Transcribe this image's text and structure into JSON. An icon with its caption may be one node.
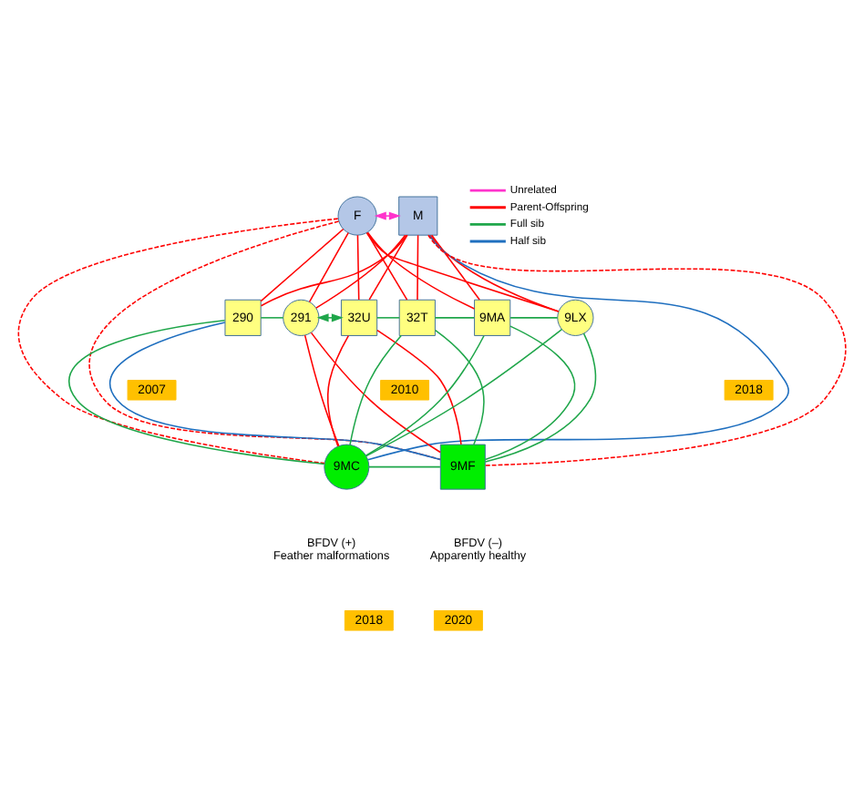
{
  "diagram": {
    "nodes": [
      {
        "text": [
          "F"
        ]
      },
      {
        "text": [
          "M"
        ]
      },
      {
        "text": [
          "290"
        ]
      },
      {
        "text": [
          "291"
        ]
      },
      {
        "text": [
          "32U"
        ]
      },
      {
        "text": [
          "32T"
        ]
      },
      {
        "text": [
          "9MA"
        ]
      },
      {
        "text": [
          "9LX"
        ]
      },
      {
        "text": [
          "2007"
        ]
      },
      {
        "text": [
          "2010"
        ]
      },
      {
        "text": [
          "2018"
        ]
      },
      {
        "text": [
          "9MC"
        ],
        "beside": [
          "BFDV (+)",
          "Feather malformations"
        ]
      },
      {
        "text": [
          "9MF"
        ],
        "beside": [
          "BFDV (–)",
          "Apparently healthy"
        ]
      },
      {
        "text": [
          "2018"
        ]
      },
      {
        "text": [
          "2020"
        ]
      }
    ],
    "edges": [
      {
        "from": 0,
        "to": 1,
        "arrow": "both",
        "color": "#ff33cc"
      },
      {
        "from": 0,
        "to": 2,
        "arrow": "none"
      },
      {
        "from": 0,
        "to": 3,
        "arrow": "none"
      },
      {
        "from": 0,
        "to": 4,
        "arrow": "none"
      },
      {
        "from": 0,
        "to": 5,
        "arrow": "none"
      },
      {
        "from": 0,
        "to": 6,
        "arrow": "none"
      },
      {
        "from": 0,
        "to": 7,
        "arrow": "none"
      },
      {
        "from": 0,
        "to": 11,
        "arrow": "none",
        "style": "dashed"
      },
      {
        "from": 0,
        "to": 12,
        "arrow": "none",
        "style": "dashed"
      },
      {
        "from": 1,
        "to": 2,
        "arrow": "none"
      },
      {
        "from": 1,
        "to": 3,
        "arrow": "none"
      },
      {
        "from": 1,
        "to": 4,
        "arrow": "none"
      },
      {
        "from": 1,
        "to": 5,
        "arrow": "none"
      },
      {
        "from": 1,
        "to": 6,
        "arrow": "none"
      },
      {
        "from": 1,
        "to": 7,
        "arrow": "none"
      },
      {
        "from": 1,
        "to": 12,
        "arrow": "none",
        "style": "dashed"
      },
      {
        "from": 1,
        "to": 11,
        "arrow": "none",
        "color": "#1f6fbf"
      },
      {
        "from": 2,
        "to": 3,
        "arrow": "none",
        "color": "#1fa64a"
      },
      {
        "from": 3,
        "to": 4,
        "arrow": "both",
        "color": "#1fa64a"
      },
      {
        "from": 4,
        "to": 5,
        "arrow": "none",
        "color": "#1fa64a"
      },
      {
        "from": 5,
        "to": 6,
        "arrow": "none",
        "color": "#1fa64a"
      },
      {
        "from": 6,
        "to": 7,
        "arrow": "none",
        "color": "#1fa64a"
      },
      {
        "from": 2,
        "to": 11,
        "arrow": "none",
        "color": "#1fa64a"
      },
      {
        "from": 2,
        "to": 12,
        "arrow": "none",
        "color": "#1f6fbf"
      },
      {
        "from": 3,
        "to": 11,
        "arrow": "none"
      },
      {
        "from": 3,
        "to": 12,
        "arrow": "none"
      },
      {
        "from": 4,
        "to": 11,
        "arrow": "none"
      },
      {
        "from": 4,
        "to": 12,
        "arrow": "none"
      },
      {
        "from": 5,
        "to": 11,
        "arrow": "none",
        "color": "#1fa64a"
      },
      {
        "from": 6,
        "to": 11,
        "arrow": "none",
        "color": "#1fa64a"
      },
      {
        "from": 7,
        "to": 11,
        "arrow": "none",
        "color": "#1fa64a"
      },
      {
        "from": 5,
        "to": 12,
        "arrow": "none",
        "color": "#1fa64a"
      },
      {
        "from": 6,
        "to": 12,
        "arrow": "none",
        "color": "#1fa64a"
      },
      {
        "from": 7,
        "to": 12,
        "arrow": "none",
        "color": "#1fa64a"
      },
      {
        "from": 11,
        "to": 12,
        "arrow": "none",
        "color": "#1fa64a"
      }
    ],
    "legend": [
      {
        "text": "Unrelated",
        "color": "#ff33cc"
      },
      {
        "text": "Parent-Offspring",
        "color": "#ff0000"
      },
      {
        "text": "Full sib",
        "color": "#1fa64a"
      },
      {
        "text": "Half sib",
        "color": "#1f6fbf"
      }
    ]
  }
}
